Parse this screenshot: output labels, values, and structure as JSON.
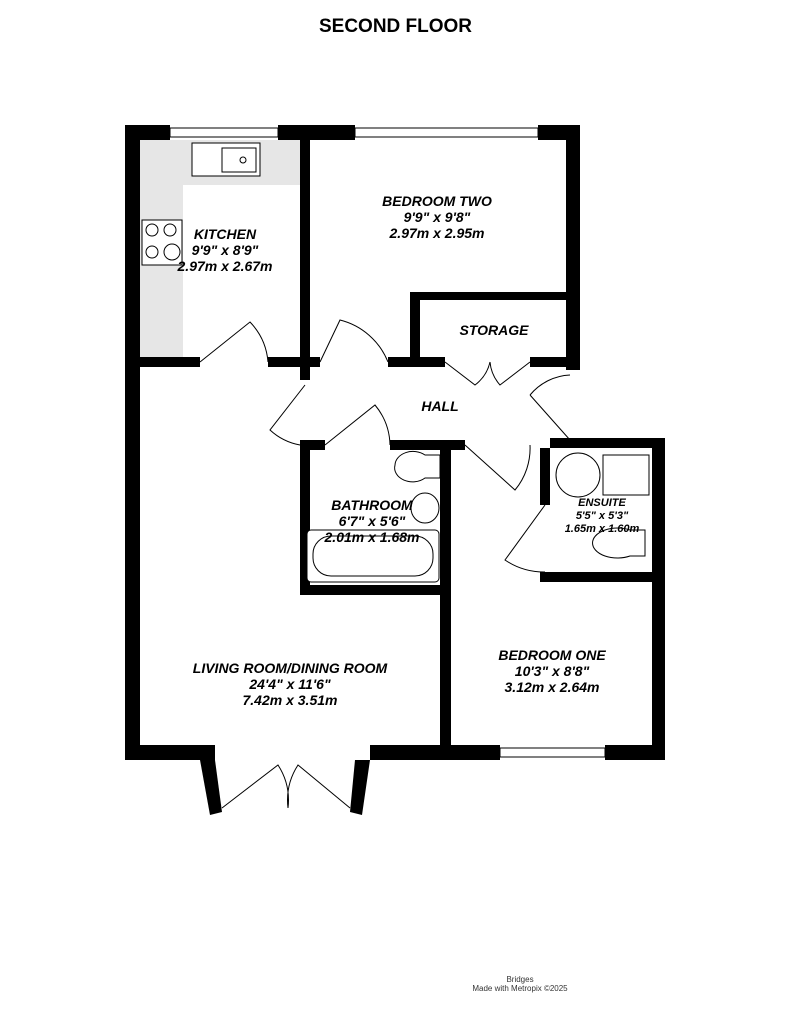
{
  "title": "SECOND FLOOR",
  "rooms": {
    "kitchen": {
      "name": "KITCHEN",
      "imperial": "9'9\"  x 8'9\"",
      "metric": "2.97m  x 2.67m"
    },
    "bedroom_two": {
      "name": "BEDROOM TWO",
      "imperial": "9'9\"  x 9'8\"",
      "metric": "2.97m  x 2.95m"
    },
    "storage": {
      "name": "STORAGE"
    },
    "hall": {
      "name": "HALL"
    },
    "bathroom": {
      "name": "BATHROOM",
      "imperial": "6'7\"  x 5'6\"",
      "metric": "2.01m  x 1.68m"
    },
    "ensuite": {
      "name": "ENSUITE",
      "imperial": "5'5\"  x 5'3\"",
      "metric": "1.65m  x 1.60m"
    },
    "living": {
      "name": "LIVING ROOM/DINING ROOM",
      "imperial": "24'4\"  x 11'6\"",
      "metric": "7.42m  x 3.51m"
    },
    "bedroom_one": {
      "name": "BEDROOM ONE",
      "imperial": "10'3\"  x 8'8\"",
      "metric": "3.12m  x 2.64m"
    }
  },
  "footer": {
    "agent": "Bridges",
    "credit": "Made with Metropix ©2025"
  },
  "colors": {
    "wall": "#000000",
    "counter": "#e6e6e6"
  }
}
